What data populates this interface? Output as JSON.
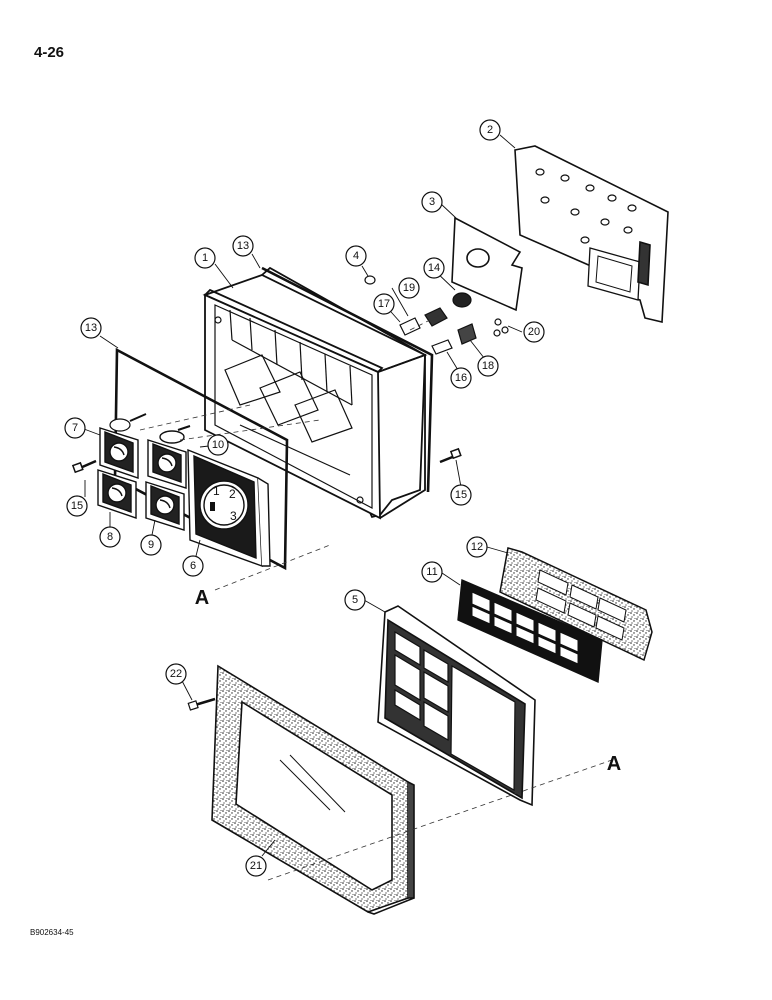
{
  "page": {
    "number": "4-26",
    "doc_id": "B902634-45"
  },
  "callouts": [
    "1",
    "2",
    "3",
    "4",
    "5",
    "6",
    "7",
    "8",
    "9",
    "10",
    "11",
    "12",
    "13",
    "13",
    "14",
    "15",
    "15",
    "16",
    "17",
    "18",
    "19",
    "20",
    "21",
    "22"
  ],
  "view_refs": [
    "A",
    "A"
  ],
  "gauge_numbers": [
    "1",
    "2",
    "3"
  ]
}
